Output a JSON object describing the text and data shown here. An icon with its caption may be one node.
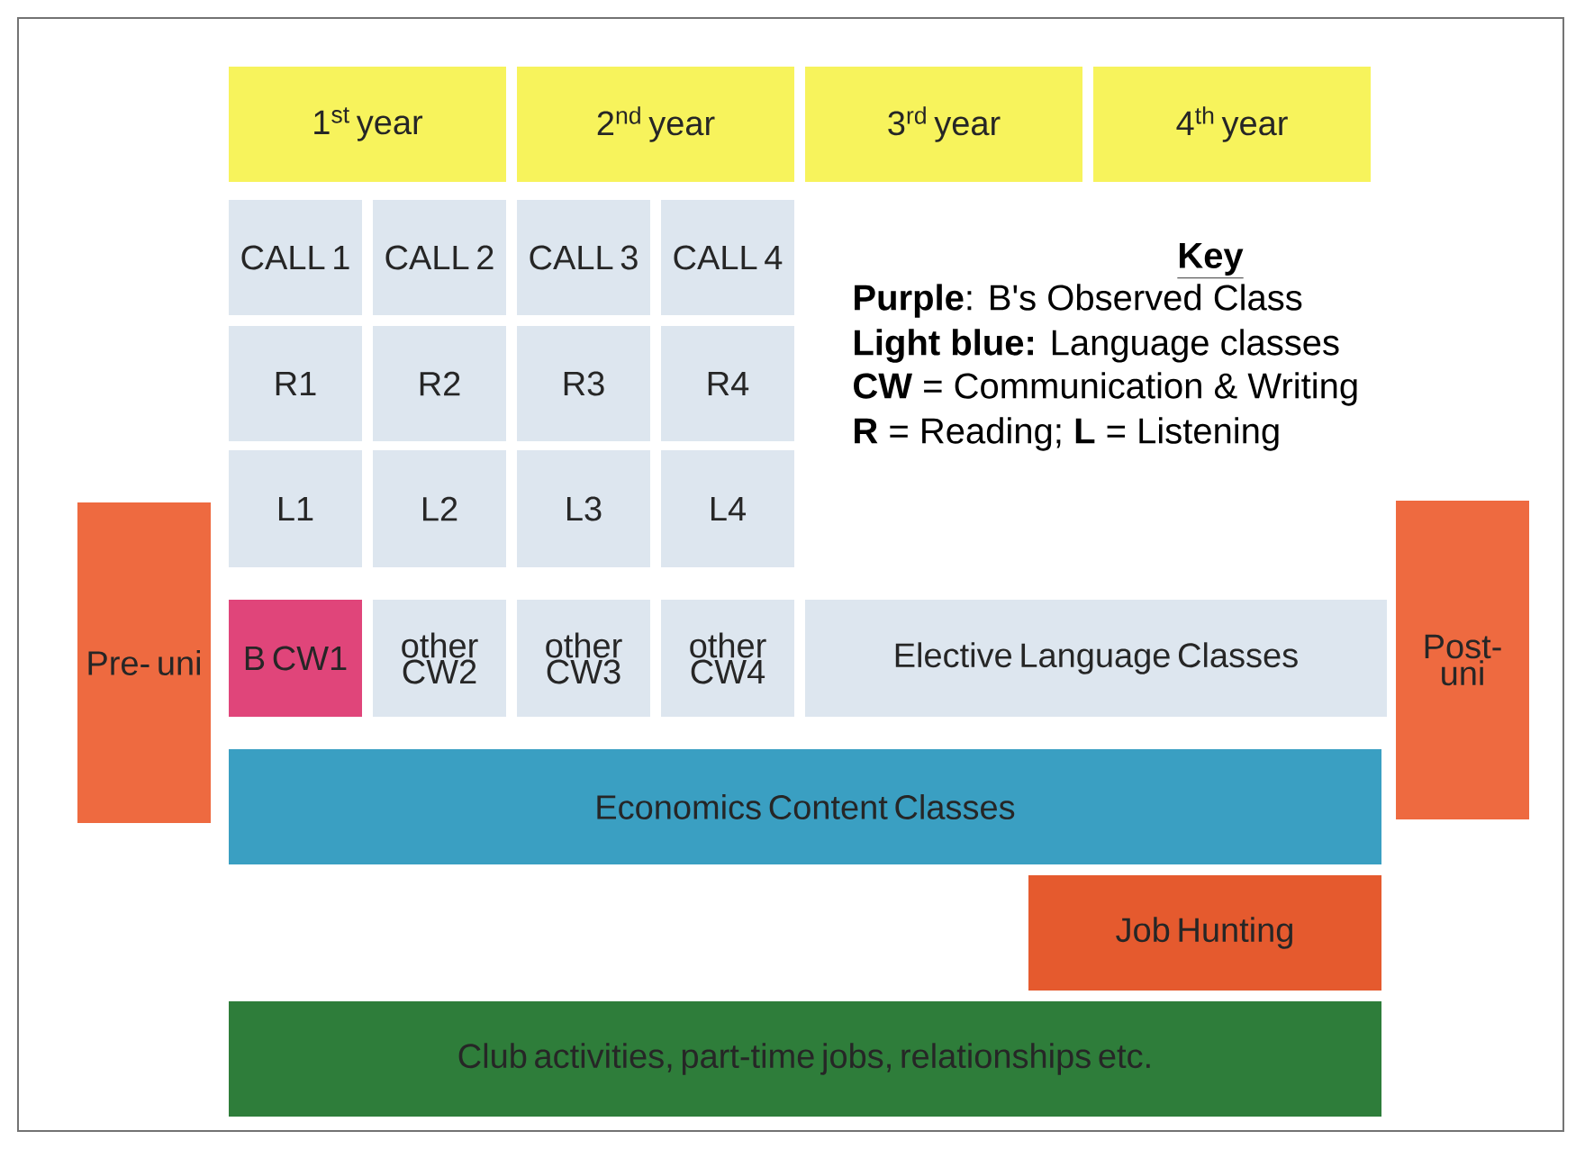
{
  "diagram": {
    "nodes": [
      {
        "text": [
          "1$^{st}$ year"
        ]
      },
      {
        "text": [
          "2$^{nd}$ year"
        ]
      },
      {
        "text": [
          "3$^{rd}$ year"
        ]
      },
      {
        "text": [
          "4$^{th}$ year"
        ]
      },
      {
        "text": [
          "CALL 1"
        ]
      },
      {
        "text": [
          "CALL 2"
        ]
      },
      {
        "text": [
          "CALL 3"
        ]
      },
      {
        "text": [
          "CALL 4"
        ]
      },
      {
        "text": [
          "R1"
        ]
      },
      {
        "text": [
          "R2"
        ]
      },
      {
        "text": [
          "R3"
        ]
      },
      {
        "text": [
          "R4"
        ]
      },
      {
        "text": [
          "L1"
        ]
      },
      {
        "text": [
          "L2"
        ]
      },
      {
        "text": [
          "L3"
        ]
      },
      {
        "text": [
          "L4"
        ]
      },
      {
        "text": [
          "Pre- uni"
        ]
      },
      {
        "text": [
          "B CW1"
        ]
      },
      {
        "text": [
          "other CW2"
        ]
      },
      {
        "text": [
          "other CW3"
        ]
      },
      {
        "text": [
          "other CW4"
        ]
      },
      {
        "text": [
          "Elective Language Classes"
        ]
      },
      {
        "text": [
          "Post- uni"
        ]
      },
      {
        "text": [
          "Economics Content Classes"
        ]
      },
      {
        "text": [
          "Job Hunting"
        ]
      },
      {
        "text": [
          "Club activities, part-time jobs, relationships etc."
        ]
      }
    ],
    "labels": [
      "Key",
      "**Purple**: B's Observed Class",
      "**Light blue:** Language classes",
      "**CW** = Communication & Writing",
      "**R** = Reading; **L** = Listening"
    ]
  }
}
